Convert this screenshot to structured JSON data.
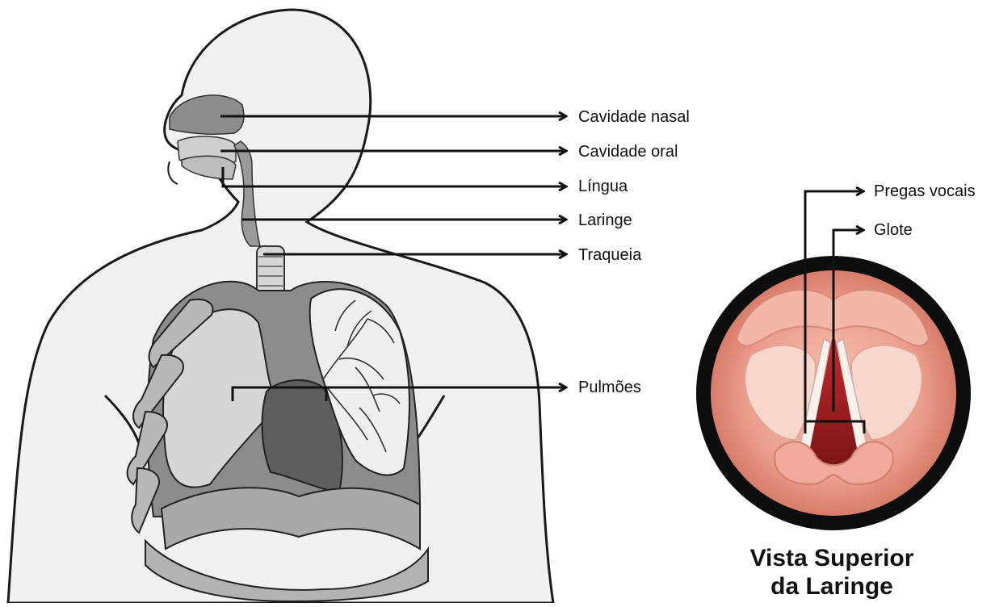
{
  "labels": {
    "cavidade_nasal": "Cavidade nasal",
    "cavidade_oral": "Cavidade oral",
    "lingua": "Língua",
    "laringe": "Laringe",
    "traqueia": "Traqueia",
    "pulmoes": "Pulmões",
    "pregas_vocais": "Pregas vocais",
    "glote": "Glote"
  },
  "caption": {
    "line1": "Vista Superior",
    "line2": "da Laringe"
  },
  "colors": {
    "outline": "#1a1a1a",
    "body_fill": "#f1f1f1",
    "dark_gray": "#5e5e5e",
    "mid_gray": "#8c8c8c",
    "light_gray": "#d6d6d6",
    "larynx_ring": "#0d0d0d",
    "larynx_pink": "#e99a8c",
    "larynx_dark": "#8a1a1c"
  }
}
